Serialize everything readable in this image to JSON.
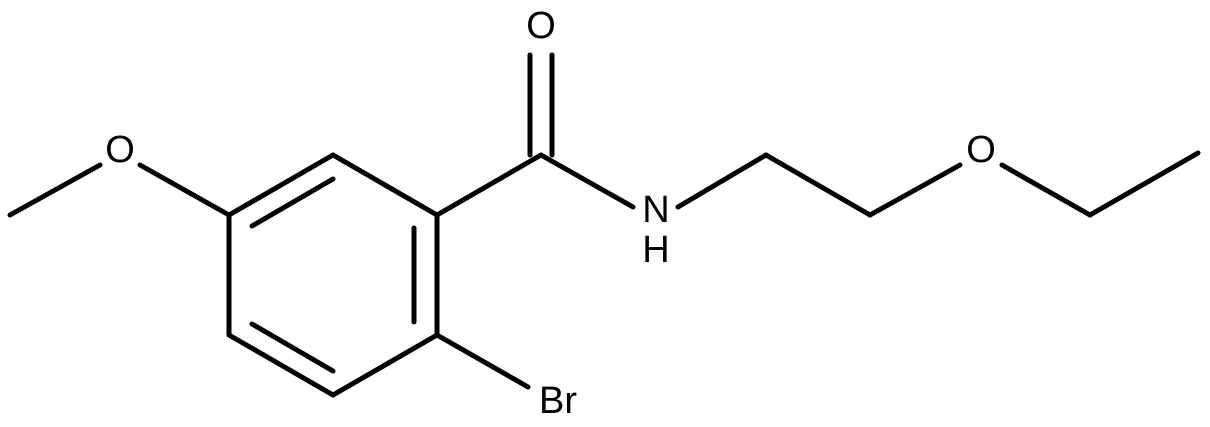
{
  "atoms": {
    "carbonyl_oxygen": "O",
    "amide_nitrogen": "N",
    "amide_hydrogen": "H",
    "methoxy_oxygen": "O",
    "ether_oxygen": "O",
    "bromine": "Br"
  },
  "colors": {
    "bond": "#000000",
    "label": "#000000",
    "background": "#ffffff"
  }
}
